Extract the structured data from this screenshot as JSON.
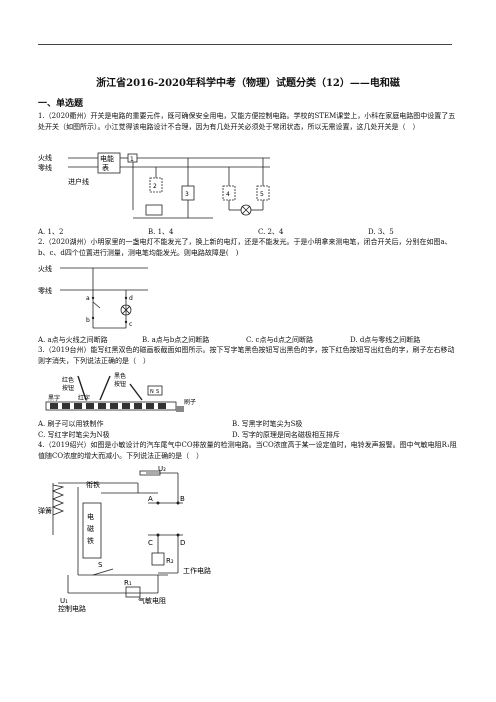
{
  "doc": {
    "title": "浙江省2016-2020年科学中考（物理）试题分类（12）——电和磁",
    "section": "一、单选题"
  },
  "q1": {
    "text": "1.（2020衢州）开关是电路的重要元件，既可确保安全用电，又能方便控制电路。学校的STEM课堂上，小科在家庭电路图中设置了五处开关（如图所示）。小江觉得该电路设计不合理，因为有几处开关必须处于常闭状态，所以无需设置，这几处开关是（　）",
    "fig": {
      "huoxian": "火线",
      "lingxian": "零线",
      "meter_1": "电能",
      "meter_2": "表",
      "inlet": "进户线",
      "n1": "1",
      "n2": "2",
      "n3": "3",
      "n4": "4",
      "n5": "5"
    },
    "options": {
      "a": "A. 1、2",
      "b": "B. 1、4",
      "c": "C. 2、4",
      "d": "D. 3、5"
    }
  },
  "q2": {
    "text": "2.（2020湖州）小明家里的一盏电灯不能发光了，换上新的电灯，还是不能发光。于是小明拿来测电笔，闭合开关后，分别在如图a、b、c、d四个位置进行测量，测电笔均能发光。则电路故障是(　)",
    "fig": {
      "huoxian": "火线",
      "lingxian": "零线",
      "a": "a",
      "b": "b",
      "c": "c",
      "d": "d"
    },
    "options": {
      "a": "A. a点与火线之间断路",
      "b": "B. a点与b点之间断路",
      "c": "C. c点与d点之间断路",
      "d": "D. d点与零线之间断路"
    }
  },
  "q3": {
    "text": "3.（2019台州）能写红黑双色的磁画板截面如图所示。按下写字笔黑色按钮写出黑色的字，按下红色按钮写出红色的字，刷子左右移动则字消失，下列说法正确的是（　）",
    "fig": {
      "black_btn_1": "黑色",
      "black_btn_2": "按钮",
      "red_btn_1": "红色",
      "red_btn_2": "按钮",
      "black_char": "黑字",
      "red_char": "红字",
      "brush": "刷子",
      "n": "N",
      "s": "S"
    },
    "options": {
      "a": "A. 刷子可以用铁制作",
      "b": "B. 写黑字时笔尖为S极",
      "c": "C. 写红字时笔尖为N极",
      "d": "D. 写字的原理是同名磁极相互排斥"
    }
  },
  "q4": {
    "text": "4.（2019绍兴）如图是小敏设计的汽车尾气中CO排放量的检测电路。当CO浓度高于某一设定值时，电铃发声报警。图中气敏电阻R₁阻值随CO浓度的增大而减小。下列说法正确的是（　）",
    "fig": {
      "spring": "弹簧",
      "armature": "衔铁",
      "coil_1": "电",
      "coil_2": "磁",
      "coil_3": "铁",
      "u2": "U₂",
      "a": "A",
      "b": "B",
      "c": "C",
      "d": "D",
      "r2": "R₂",
      "work": "工作电路",
      "s": "S",
      "u1": "U₁",
      "r1": "R₁",
      "gas": "气敏电阻",
      "control": "控制电路"
    }
  }
}
